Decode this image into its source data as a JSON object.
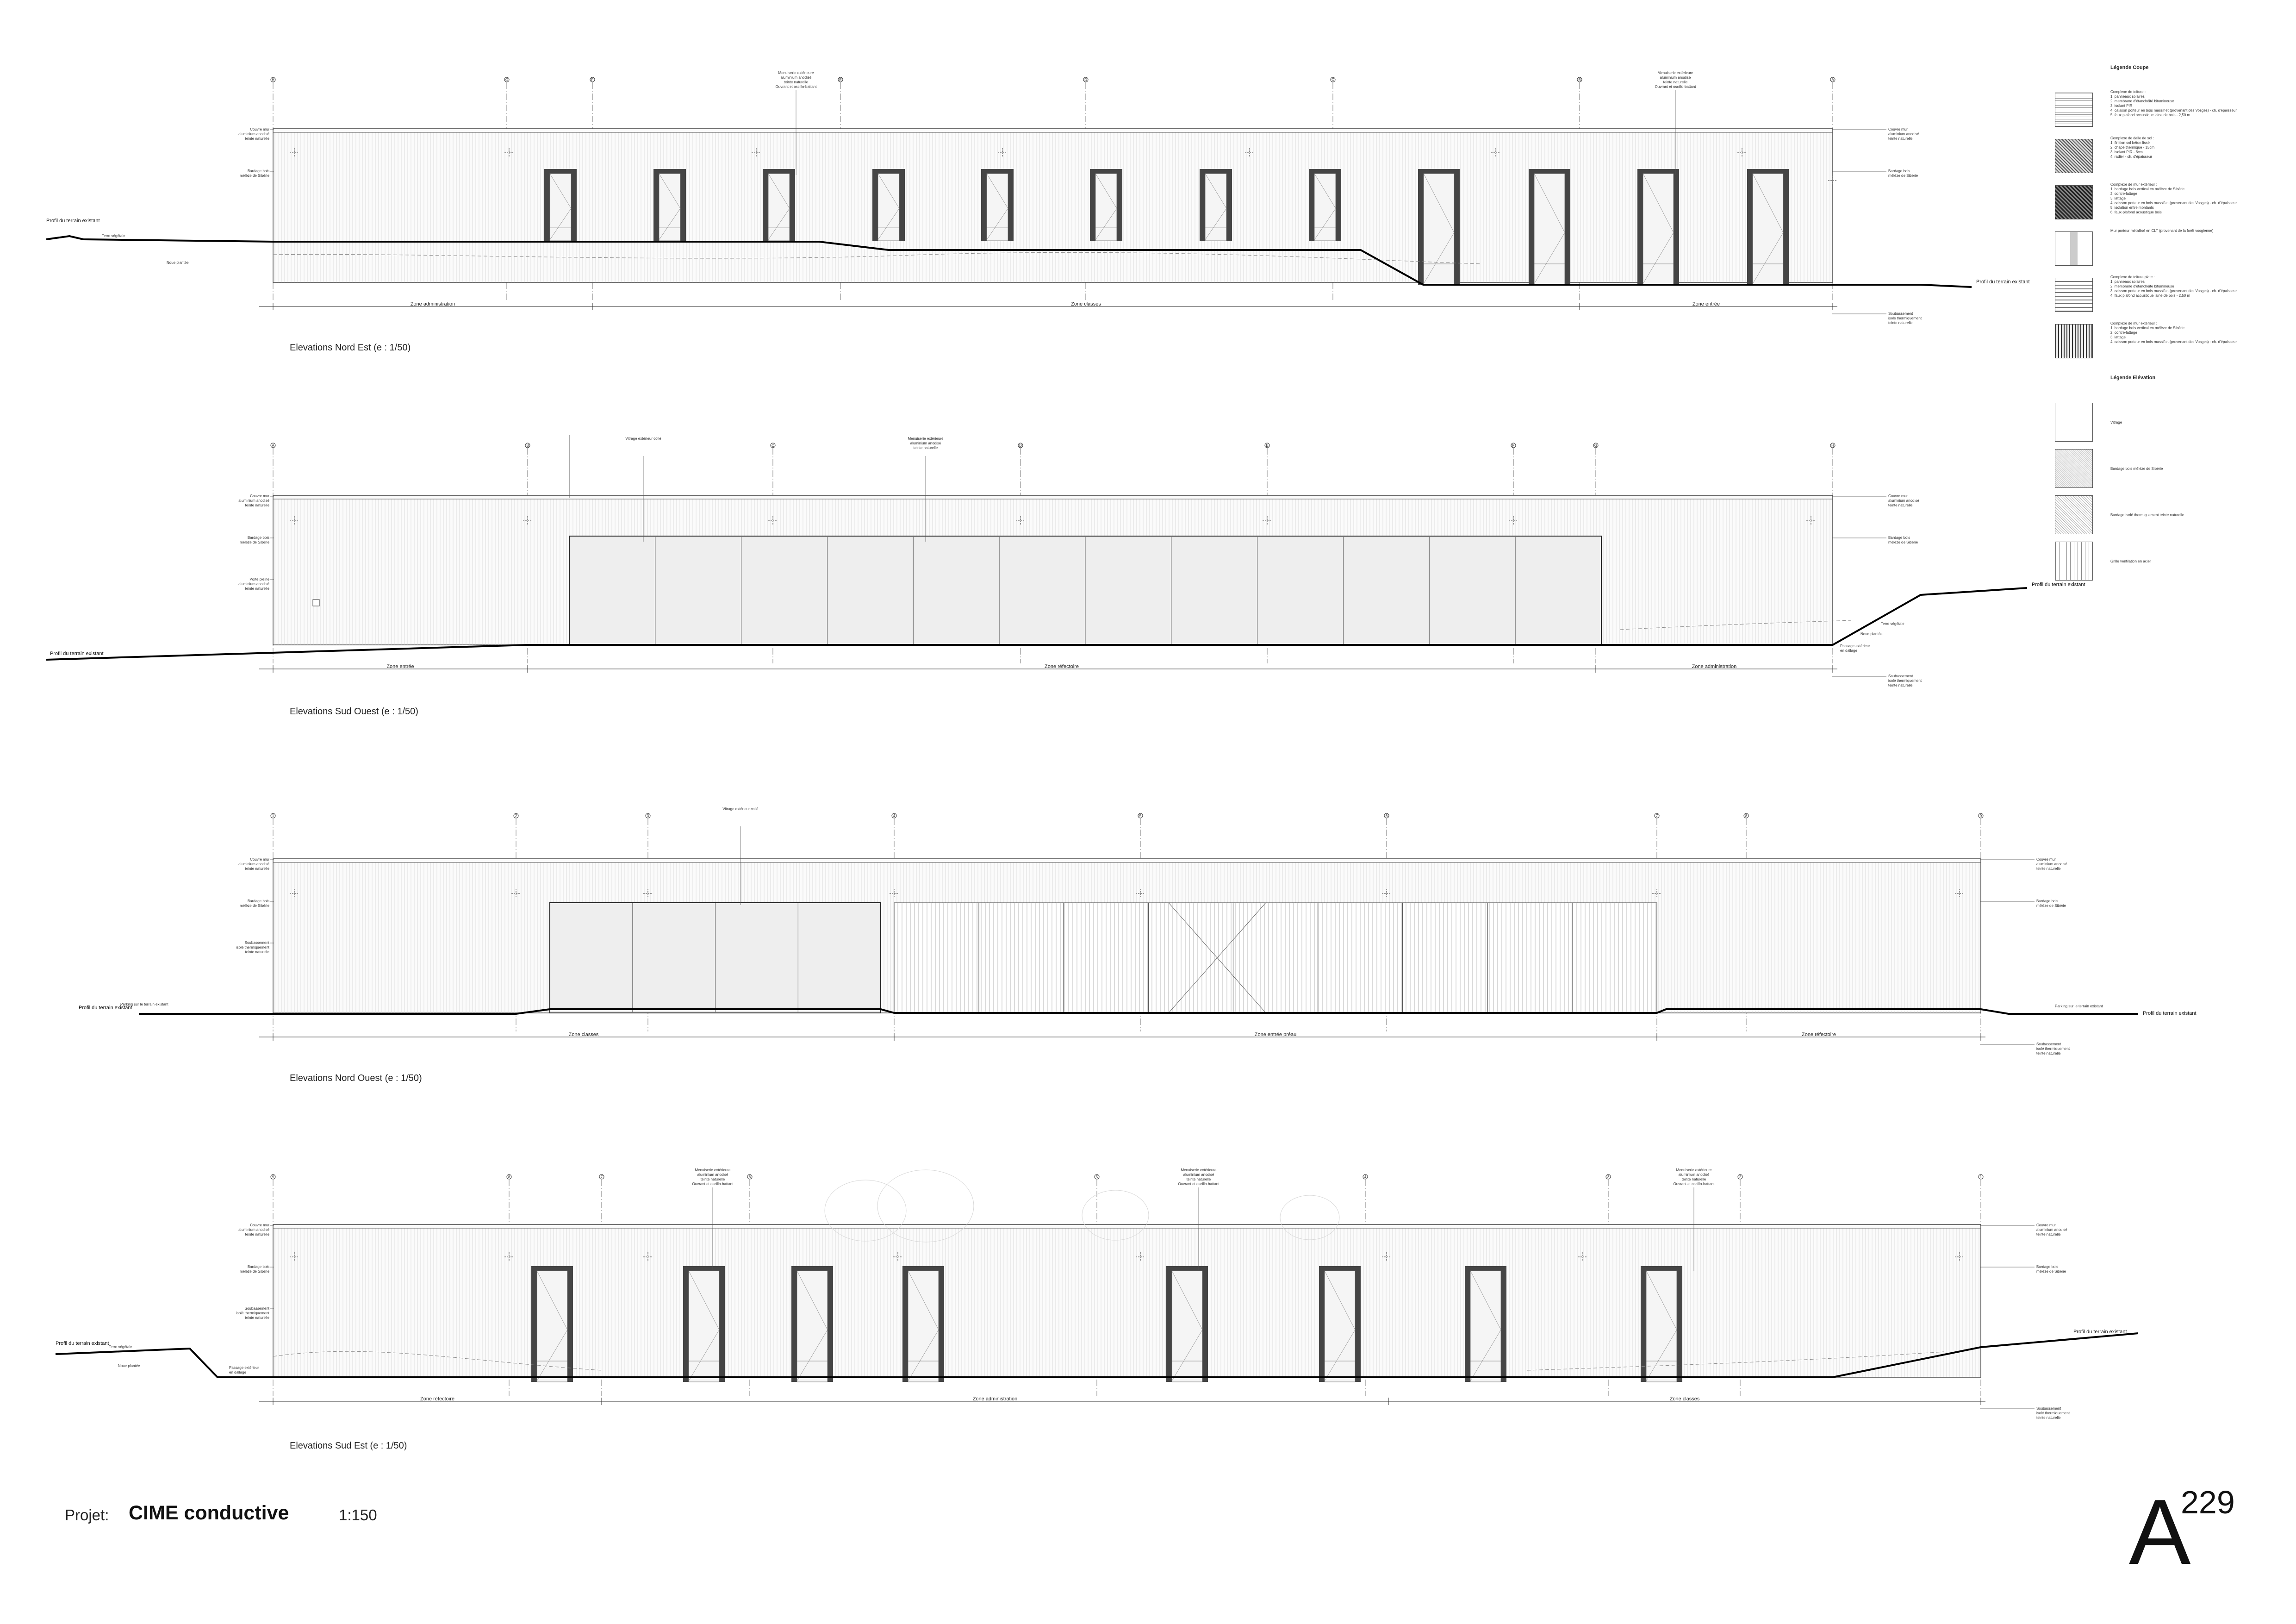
{
  "elevations": [
    {
      "caption": "Elevations Nord  Est (e : 1/50)",
      "zones": [
        "Zone administration",
        "Zone classes",
        "Zone entrée"
      ],
      "grid_labels": [
        "H",
        "G",
        "F",
        "E",
        "D",
        "C",
        "B",
        "A"
      ],
      "profile_left": "Profil du terrain existant",
      "profile_right": "Profil du terrain existant",
      "notes_left": [
        "Couvre mur\naluminium anodisé\nteinte naturelle",
        "Bardage bois\nmélèze de Sibérie"
      ],
      "notes_right": [
        "Couvre mur\naluminium anodisé\nteinte naturelle",
        "Bardage bois\nmélèze de Sibérie",
        "Soubassement\nisolé thermiquement\nteinte naturelle"
      ],
      "window_notes": [
        "Menuiserie extérieure\naluminium anodisé\nteinte naturelle\nOuvrant et oscillo-battant",
        "Menuiserie extérieure\naluminium anodisé\nteinte naturelle\nOuvrant et oscillo-battant"
      ],
      "extra_notes": [
        "Terre végétale",
        "Noue plantée"
      ]
    },
    {
      "caption": "Elevations Sud Ouest  (e : 1/50)",
      "zones": [
        "Zone entrée",
        "Zone réfectoire",
        "Zone administration"
      ],
      "grid_labels": [
        "A",
        "B",
        "C",
        "D",
        "E",
        "F",
        "G",
        "H"
      ],
      "profile_left": "Profil du terrain existant",
      "profile_right": "Profil du terrain existant",
      "notes_left": [
        "Couvre mur\naluminium anodisé\nteinte naturelle",
        "Bardage bois\nmélèze de Sibérie",
        "Porte pleine\naluminium anodisé\nteinte naturelle"
      ],
      "notes_right": [
        "Couvre mur\naluminium anodisé\nteinte naturelle",
        "Bardage bois\nmélèze de Sibérie",
        "Soubassement\nisolé thermiquement\nteinte naturelle"
      ],
      "window_notes": [
        "Vitrage extérieur collé",
        "Menuiserie extérieure\naluminium anodisé\nteinte naturelle"
      ],
      "extra_notes": [
        "Terre végétale",
        "Noue plantée",
        "Passage extérieur\nen dallage"
      ]
    },
    {
      "caption": "Elevations Nord Ouest   (e : 1/50)",
      "zones": [
        "Zone classes",
        "Zone entrée préau",
        "Zone réfectoire"
      ],
      "grid_labels": [
        "1",
        "2",
        "3",
        "4",
        "5",
        "6",
        "7",
        "8",
        "9"
      ],
      "profile_left": "Profil du terrain existant",
      "profile_right": "Profil du terrain existant",
      "notes_left": [
        "Couvre mur\naluminium anodisé\nteinte naturelle",
        "Bardage bois\nmélèze de Sibérie",
        "Soubassement\nisolé thermiquement\nteinte naturelle"
      ],
      "notes_right": [
        "Couvre mur\naluminium anodisé\nteinte naturelle",
        "Bardage bois\nmélèze de Sibérie",
        "Soubassement\nisolé thermiquement\nteinte naturelle"
      ],
      "window_notes": [
        "Vitrage extérieur collé"
      ],
      "extra_notes": [
        "Parking sur le terrain existant",
        "Parking sur le terrain existant"
      ]
    },
    {
      "caption": "Elevations Sud Est (e : 1/50)",
      "zones": [
        "Zone réfectoire",
        "Zone administration",
        "Zone classes"
      ],
      "grid_labels": [
        "9",
        "8",
        "7",
        "6",
        "5",
        "4",
        "3",
        "2",
        "1"
      ],
      "profile_left": "Profil du terrain existant",
      "profile_right": "Profil du terrain existant",
      "notes_left": [
        "Couvre mur\naluminium anodisé\nteinte naturelle",
        "Bardage bois\nmélèze de Sibérie",
        "Soubassement\nisolé thermiquement\nteinte naturelle"
      ],
      "notes_right": [
        "Couvre mur\naluminium anodisé\nteinte naturelle",
        "Bardage bois\nmélèze de Sibérie",
        "Soubassement\nisolé thermiquement\nteinte naturelle"
      ],
      "window_notes": [
        "Menuiserie extérieure\naluminium anodisé\nteinte naturelle\nOuvrant et oscillo-battant",
        "Menuiserie extérieure\naluminium anodisé\nteinte naturelle\nOuvrant et oscillo-battant",
        "Menuiserie extérieure\naluminium anodisé\nteinte naturelle\nOuvrant et oscillo-battant"
      ],
      "extra_notes": [
        "Terre végétale",
        "Noue plantée",
        "Passage extérieur\nen dallage"
      ]
    }
  ],
  "legend_coupe": {
    "title": "Légende Coupe",
    "items": [
      "Complexe de toiture :\n1. panneaux solaires\n2. membrane d'étanchéité bitumineuse\n3. isolant PIR\n4. caisson porteur en bois massif et (provenant des Vosges) - ch. d'épaisseur\n5. faux plafond acoustique laine de bois - 2,50 m",
      "Complexe de dalle de sol :\n1. finition sol béton lissé\n2. chape thermique - 15cm\n3. isolant PIR - 6cm\n4. radier - ch. d'épaisseur",
      "Complexe de mur extérieur :\n1. bardage bois vertical en mélèze de Sibérie\n2. contre-lattage\n3. lattage\n4. caisson porteur en bois massif et (provenant des Vosges) - ch. d'épaisseur\n5. isolation entre montants\n6. faux-plafond acoustique bois",
      "Mur porteur métallisé en CLT (provenant de la forêt vosgienne)",
      "Complexe de toiture plate :\n1. panneaux solaires\n2. membrane d'étanchéité bitumineuse\n3. caisson porteur en bois massif et (provenant des Vosges) - ch. d'épaisseur\n4. faux plafond acoustique laine de bois - 2,50 m",
      "Complexe de mur extérieur :\n1. bardage bois vertical en mélèze de Sibérie\n2. contre-lattage\n3. lattage\n4. caisson porteur en bois massif et (provenant des Vosges) - ch. d'épaisseur"
    ]
  },
  "legend_elevation": {
    "title": "Légende Elévation",
    "items": [
      "Vitrage",
      "Bardage bois mélèze de Sibérie",
      "Bardage isolé thermiquement teinte naturelle",
      "Grille ventilation en acier"
    ]
  },
  "footer": {
    "project_label": "Projet:",
    "project_name": "CIME conductive",
    "scale": "1:150",
    "sheet_letter": "A",
    "sheet_number": "229"
  },
  "colors": {
    "ink": "#111111",
    "frame": "#555555",
    "window": "#454545",
    "ground": "#000000",
    "light": "#bdbdbd"
  }
}
